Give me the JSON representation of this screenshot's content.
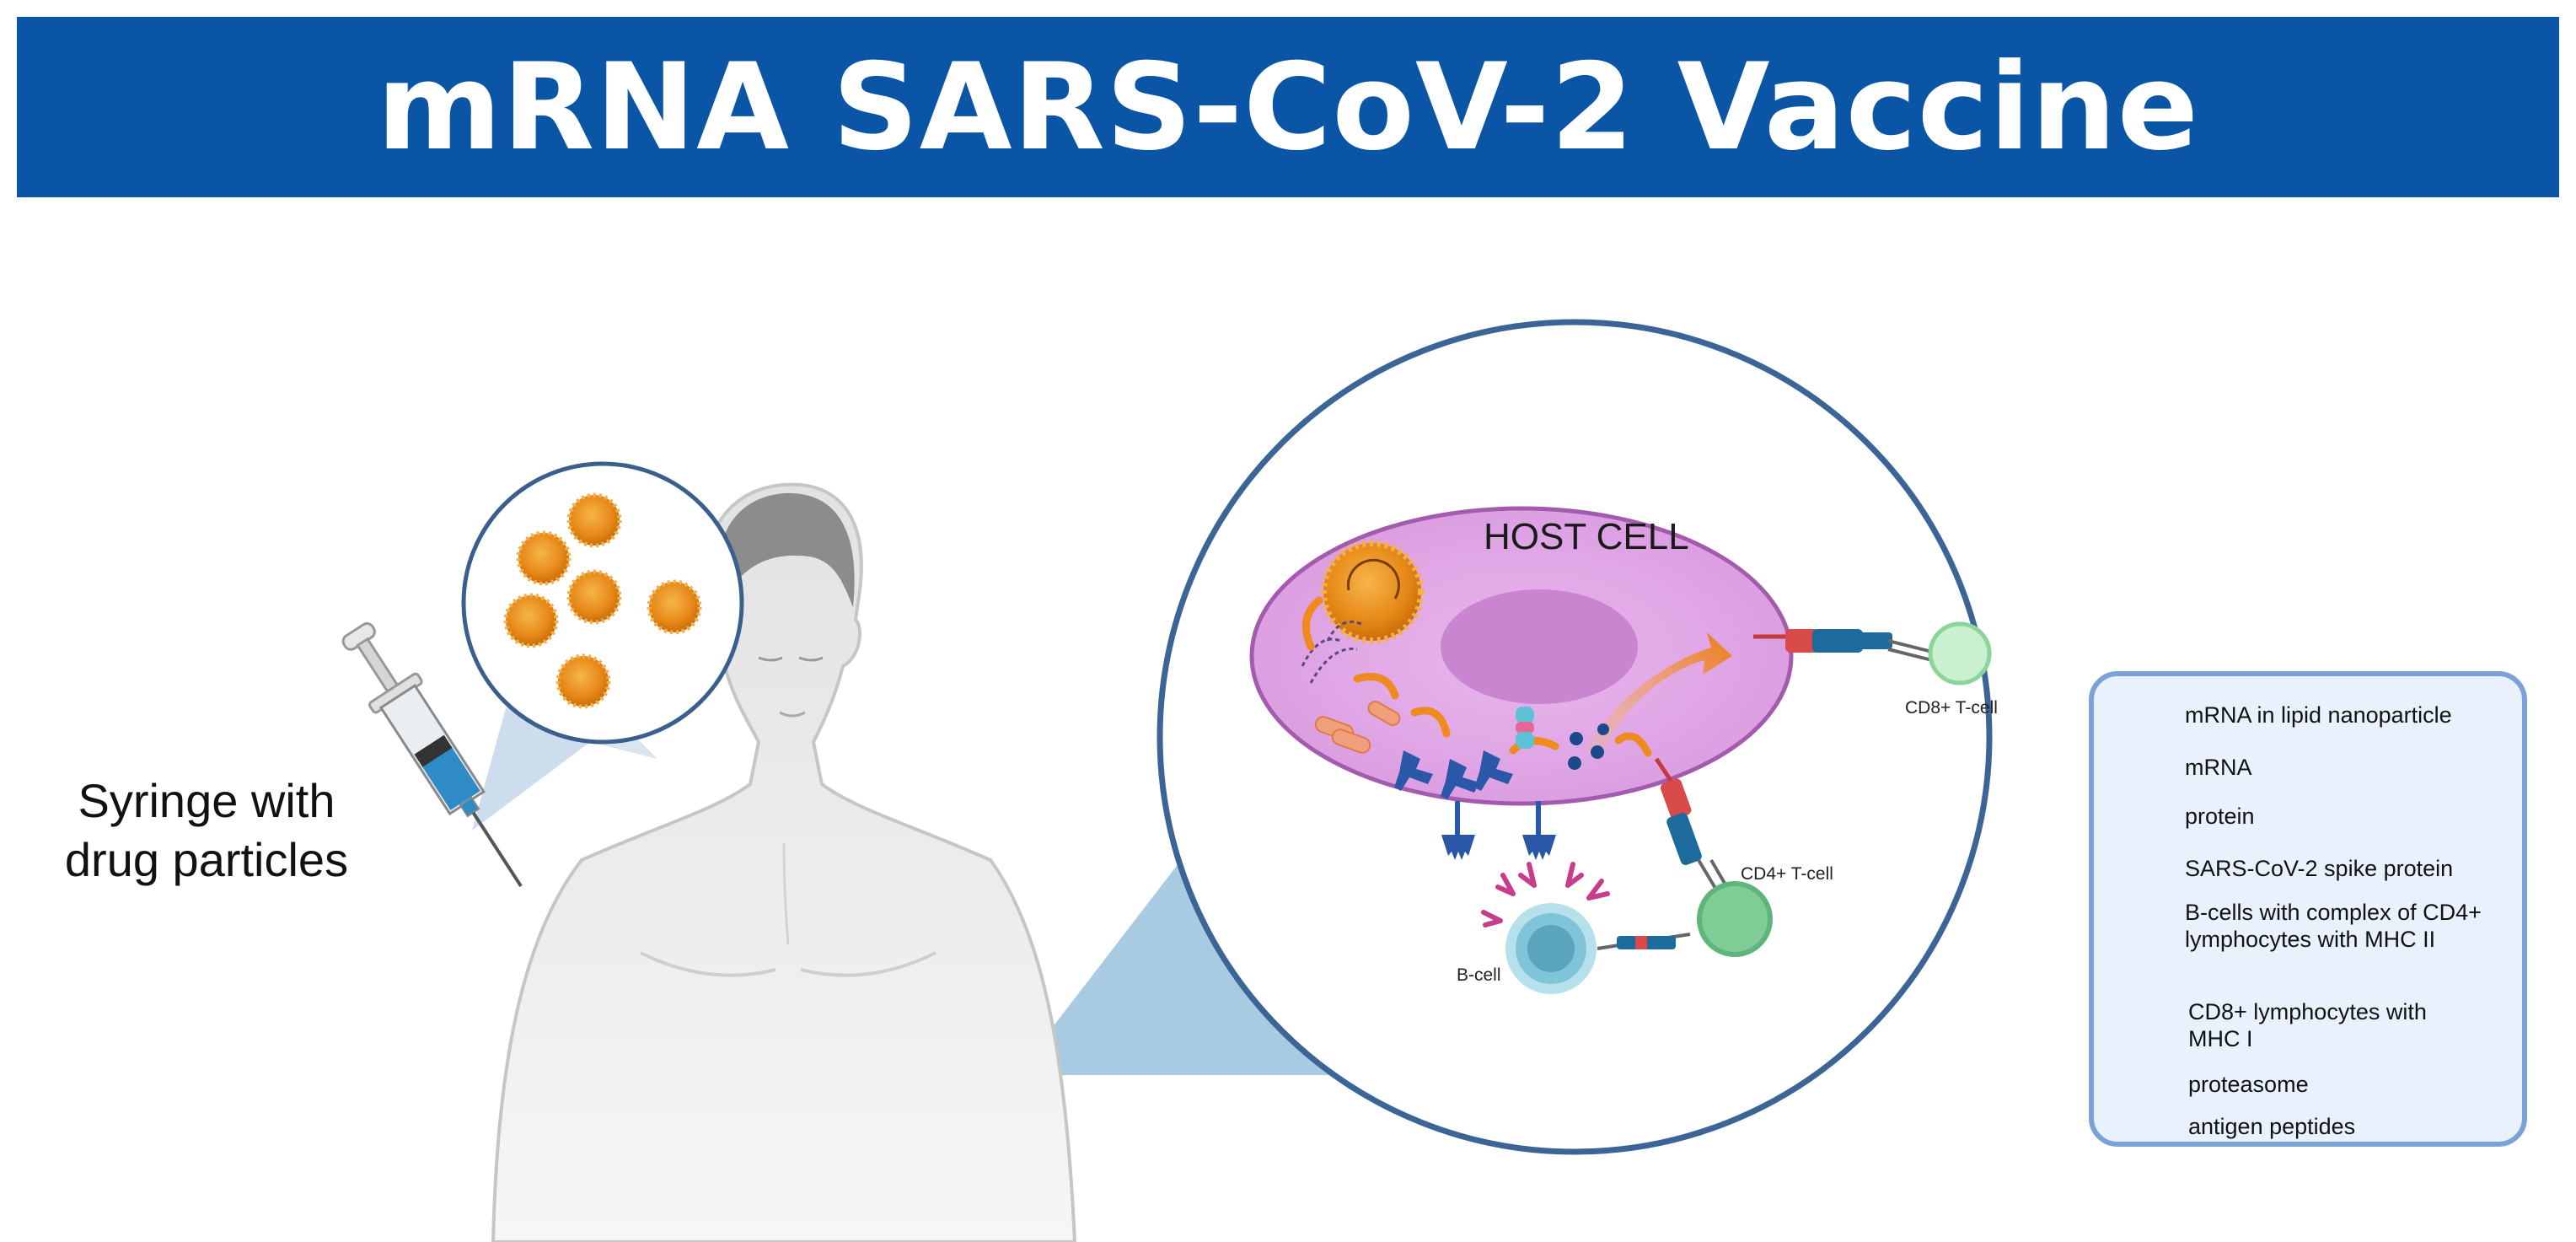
{
  "title": "mRNA SARS-CoV-2 Vaccine",
  "syringe_label": [
    "Syringe with",
    "drug particles"
  ],
  "host_cell_label": "HOST CELL",
  "cell_labels": {
    "cd8": "CD8+ T-cell",
    "cd4": "CD4+ T-cell",
    "bcell": "B-cell"
  },
  "legend": {
    "items": [
      {
        "label": "mRNA in lipid nanoparticle",
        "icon": "nanoparticle-icon"
      },
      {
        "label": "mRNA",
        "icon": "mrna-icon"
      },
      {
        "label": "protein",
        "icon": "protein-icon"
      },
      {
        "label": "SARS-CoV-2 spike protein",
        "icon": "spike-protein-icon"
      },
      {
        "label": "B-cells with complex of CD4+ lymphocytes with MHC II",
        "icon": "bcell-complex-icon"
      },
      {
        "label": "CD8+ lymphocytes with MHC I",
        "icon": "cd8-complex-icon"
      },
      {
        "label": "proteasome",
        "icon": "proteasome-icon"
      },
      {
        "label": "antigen peptides",
        "icon": "antigen-peptides-icon"
      }
    ]
  },
  "colors": {
    "banner": "#0a55a6",
    "nanoparticle": "#f29b1f",
    "host_cell": "#e2a8e6",
    "nucleus": "#c884cf",
    "spike": "#2b57a8",
    "cd8_cell": "#c9f0cf",
    "cd4_cell": "#7fcc96",
    "bcell": "#7fc4d8",
    "legend_bg": "#e8f1fc"
  }
}
